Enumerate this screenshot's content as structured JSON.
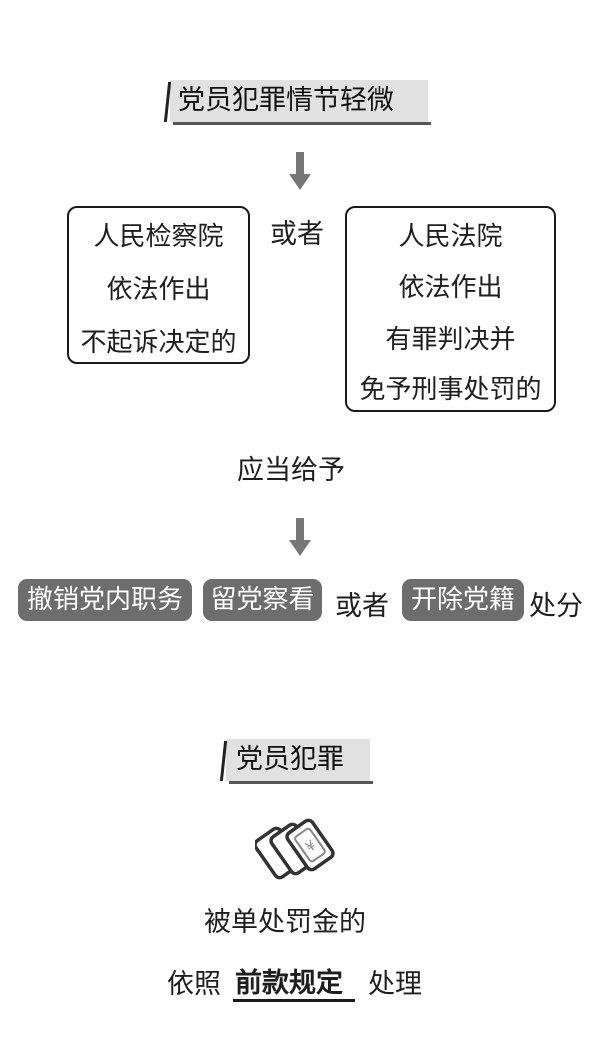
{
  "section1": {
    "tag": "党员犯罪情节轻微",
    "left_box": [
      "人民检察院",
      "依法作出",
      "不起诉决定的"
    ],
    "connector": "或者",
    "right_box": [
      "人民法院",
      "依法作出",
      "有罪判决并",
      "免予刑事处罚的"
    ],
    "mid_text": "应当给予",
    "outcomes": {
      "pill1": "撤销党内职务",
      "pill2": "留党察看",
      "connector": "或者",
      "pill3": "开除党籍",
      "suffix": "处分"
    }
  },
  "section2": {
    "tag": "党员犯罪",
    "icon": "money-cards-icon",
    "line1": "被单处罚金的",
    "line2_prefix": "依照",
    "line2_bold": "前款规定",
    "line2_suffix": "处理"
  }
}
